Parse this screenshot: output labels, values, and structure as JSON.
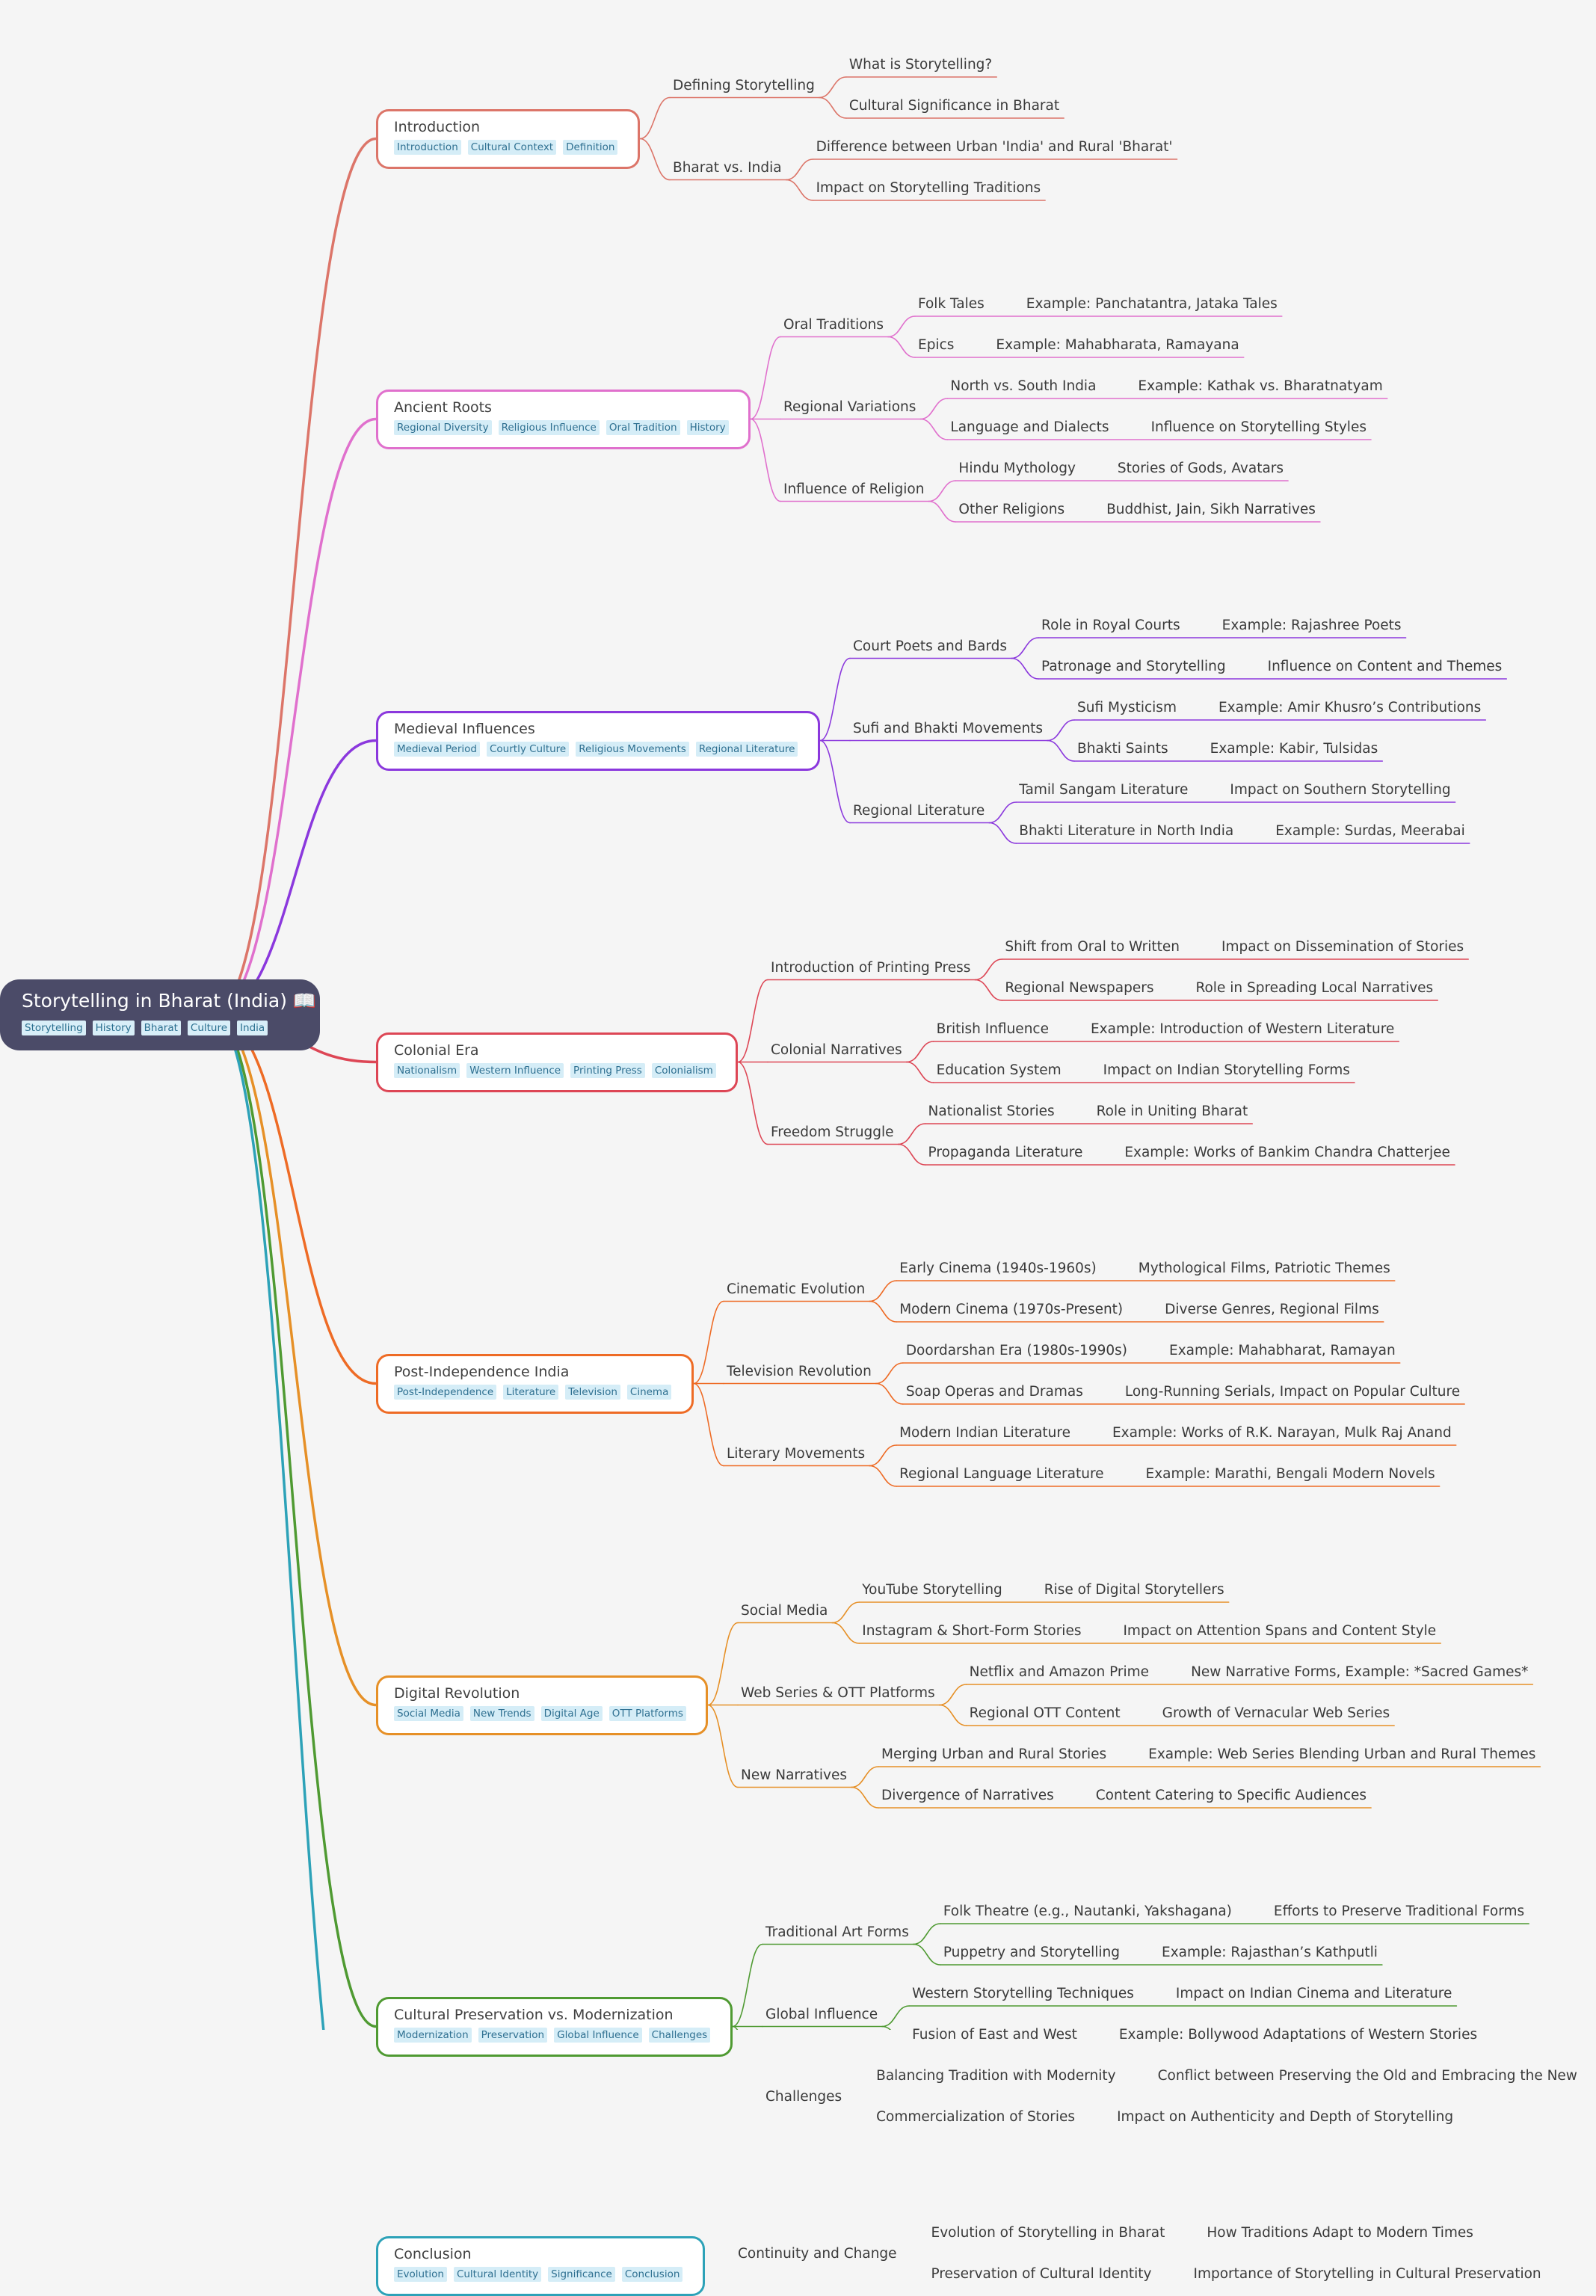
{
  "root": {
    "title": "Storytelling in Bharat (India) 📖",
    "tags": [
      "Storytelling",
      "History",
      "Bharat",
      "Culture",
      "India"
    ]
  },
  "colors": [
    "#dc7569",
    "#e070cd",
    "#8b38dd",
    "#dd4655",
    "#ee6b25",
    "#e69027",
    "#4f9a32",
    "#2da2b8"
  ],
  "branches": [
    {
      "name": "introduction",
      "title": "Introduction",
      "tags": [
        "Introduction",
        "Cultural Context",
        "Definition"
      ],
      "children": [
        {
          "label": "Defining Storytelling",
          "children": [
            {
              "label": "What is Storytelling?"
            },
            {
              "label": "Cultural Significance in Bharat"
            }
          ]
        },
        {
          "label": "Bharat vs. India",
          "children": [
            {
              "label": "Difference between Urban 'India' and Rural 'Bharat'"
            },
            {
              "label": "Impact on Storytelling Traditions"
            }
          ]
        }
      ]
    },
    {
      "name": "ancient-roots",
      "title": "Ancient Roots",
      "tags": [
        "Regional Diversity",
        "Religious Influence",
        "Oral Tradition",
        "History"
      ],
      "children": [
        {
          "label": "Oral Traditions",
          "children": [
            {
              "label": "Folk Tales",
              "leaf": "Example: Panchatantra, Jataka Tales"
            },
            {
              "label": "Epics",
              "leaf": "Example: Mahabharata, Ramayana"
            }
          ]
        },
        {
          "label": "Regional Variations",
          "children": [
            {
              "label": "North vs. South India",
              "leaf": "Example: Kathak vs. Bharatnatyam"
            },
            {
              "label": "Language and Dialects",
              "leaf": "Influence on Storytelling Styles"
            }
          ]
        },
        {
          "label": "Influence of Religion",
          "children": [
            {
              "label": "Hindu Mythology",
              "leaf": "Stories of Gods, Avatars"
            },
            {
              "label": "Other Religions",
              "leaf": "Buddhist, Jain, Sikh Narratives"
            }
          ]
        }
      ]
    },
    {
      "name": "medieval-influences",
      "title": "Medieval Influences",
      "tags": [
        "Medieval Period",
        "Courtly Culture",
        "Religious Movements",
        "Regional Literature"
      ],
      "children": [
        {
          "label": "Court Poets and Bards",
          "children": [
            {
              "label": "Role in Royal Courts",
              "leaf": "Example: Rajashree Poets"
            },
            {
              "label": "Patronage and Storytelling",
              "leaf": "Influence on Content and Themes"
            }
          ]
        },
        {
          "label": "Sufi and Bhakti Movements",
          "children": [
            {
              "label": "Sufi Mysticism",
              "leaf": "Example: Amir Khusro’s Contributions"
            },
            {
              "label": "Bhakti Saints",
              "leaf": "Example: Kabir, Tulsidas"
            }
          ]
        },
        {
          "label": "Regional Literature",
          "children": [
            {
              "label": "Tamil Sangam Literature",
              "leaf": "Impact on Southern Storytelling"
            },
            {
              "label": "Bhakti Literature in North India",
              "leaf": "Example: Surdas, Meerabai"
            }
          ]
        }
      ]
    },
    {
      "name": "colonial-era",
      "title": "Colonial Era",
      "tags": [
        "Nationalism",
        "Western Influence",
        "Printing Press",
        "Colonialism"
      ],
      "children": [
        {
          "label": "Introduction of Printing Press",
          "children": [
            {
              "label": "Shift from Oral to Written",
              "leaf": "Impact on Dissemination of Stories"
            },
            {
              "label": "Regional Newspapers",
              "leaf": "Role in Spreading Local Narratives"
            }
          ]
        },
        {
          "label": "Colonial Narratives",
          "children": [
            {
              "label": "British Influence",
              "leaf": "Example: Introduction of Western Literature"
            },
            {
              "label": "Education System",
              "leaf": "Impact on Indian Storytelling Forms"
            }
          ]
        },
        {
          "label": "Freedom Struggle",
          "children": [
            {
              "label": "Nationalist Stories",
              "leaf": "Role in Uniting Bharat"
            },
            {
              "label": "Propaganda Literature",
              "leaf": "Example: Works of Bankim Chandra Chatterjee"
            }
          ]
        }
      ]
    },
    {
      "name": "post-independence-india",
      "title": "Post-Independence India",
      "tags": [
        "Post-Independence",
        "Literature",
        "Television",
        "Cinema"
      ],
      "children": [
        {
          "label": "Cinematic Evolution",
          "children": [
            {
              "label": "Early Cinema (1940s-1960s)",
              "leaf": "Mythological Films, Patriotic Themes"
            },
            {
              "label": "Modern Cinema (1970s-Present)",
              "leaf": "Diverse Genres, Regional Films"
            }
          ]
        },
        {
          "label": "Television Revolution",
          "children": [
            {
              "label": "Doordarshan Era (1980s-1990s)",
              "leaf": "Example: Mahabharat, Ramayan"
            },
            {
              "label": "Soap Operas and Dramas",
              "leaf": "Long-Running Serials, Impact on Popular Culture"
            }
          ]
        },
        {
          "label": "Literary Movements",
          "children": [
            {
              "label": "Modern Indian Literature",
              "leaf": "Example: Works of R.K. Narayan, Mulk Raj Anand"
            },
            {
              "label": "Regional Language Literature",
              "leaf": "Example: Marathi, Bengali Modern Novels"
            }
          ]
        }
      ]
    },
    {
      "name": "digital-revolution",
      "title": "Digital Revolution",
      "tags": [
        "Social Media",
        "New Trends",
        "Digital Age",
        "OTT Platforms"
      ],
      "children": [
        {
          "label": "Social Media",
          "children": [
            {
              "label": "YouTube Storytelling",
              "leaf": "Rise of Digital Storytellers"
            },
            {
              "label": "Instagram & Short-Form Stories",
              "leaf": "Impact on Attention Spans and Content Style"
            }
          ]
        },
        {
          "label": "Web Series & OTT Platforms",
          "children": [
            {
              "label": "Netflix and Amazon Prime",
              "leaf": "New Narrative Forms, Example: *Sacred Games*"
            },
            {
              "label": "Regional OTT Content",
              "leaf": "Growth of Vernacular Web Series"
            }
          ]
        },
        {
          "label": "New Narratives",
          "children": [
            {
              "label": "Merging Urban and Rural Stories",
              "leaf": "Example: Web Series Blending Urban and Rural Themes"
            },
            {
              "label": "Divergence of Narratives",
              "leaf": "Content Catering to Specific Audiences"
            }
          ]
        }
      ]
    },
    {
      "name": "cultural-preservation",
      "title": "Cultural Preservation vs. Modernization",
      "tags": [
        "Modernization",
        "Preservation",
        "Global Influence",
        "Challenges"
      ],
      "children": [
        {
          "label": "Traditional Art Forms",
          "children": [
            {
              "label": "Folk Theatre (e.g., Nautanki, Yakshagana)",
              "leaf": "Efforts to Preserve Traditional Forms"
            },
            {
              "label": "Puppetry and Storytelling",
              "leaf": "Example: Rajasthan’s Kathputli"
            }
          ]
        },
        {
          "label": "Global Influence",
          "children": [
            {
              "label": "Western Storytelling Techniques",
              "leaf": "Impact on Indian Cinema and Literature"
            },
            {
              "label": "Fusion of East and West",
              "leaf": "Example: Bollywood Adaptations of Western Stories"
            }
          ]
        },
        {
          "label": "Challenges",
          "children": [
            {
              "label": "Balancing Tradition with Modernity",
              "leaf": "Conflict between Preserving the Old and Embracing the New"
            },
            {
              "label": "Commercialization of Stories",
              "leaf": "Impact on Authenticity and Depth of Storytelling"
            }
          ]
        }
      ]
    },
    {
      "name": "conclusion",
      "title": "Conclusion",
      "tags": [
        "Evolution",
        "Cultural Identity",
        "Significance",
        "Conclusion"
      ],
      "children": [
        {
          "label": "Continuity and Change",
          "children": [
            {
              "label": "Evolution of Storytelling in Bharat",
              "leaf": "How Traditions Adapt to Modern Times"
            },
            {
              "label": "Preservation of Cultural Identity",
              "leaf": "Importance of Storytelling in Cultural Preservation"
            }
          ]
        }
      ]
    }
  ]
}
